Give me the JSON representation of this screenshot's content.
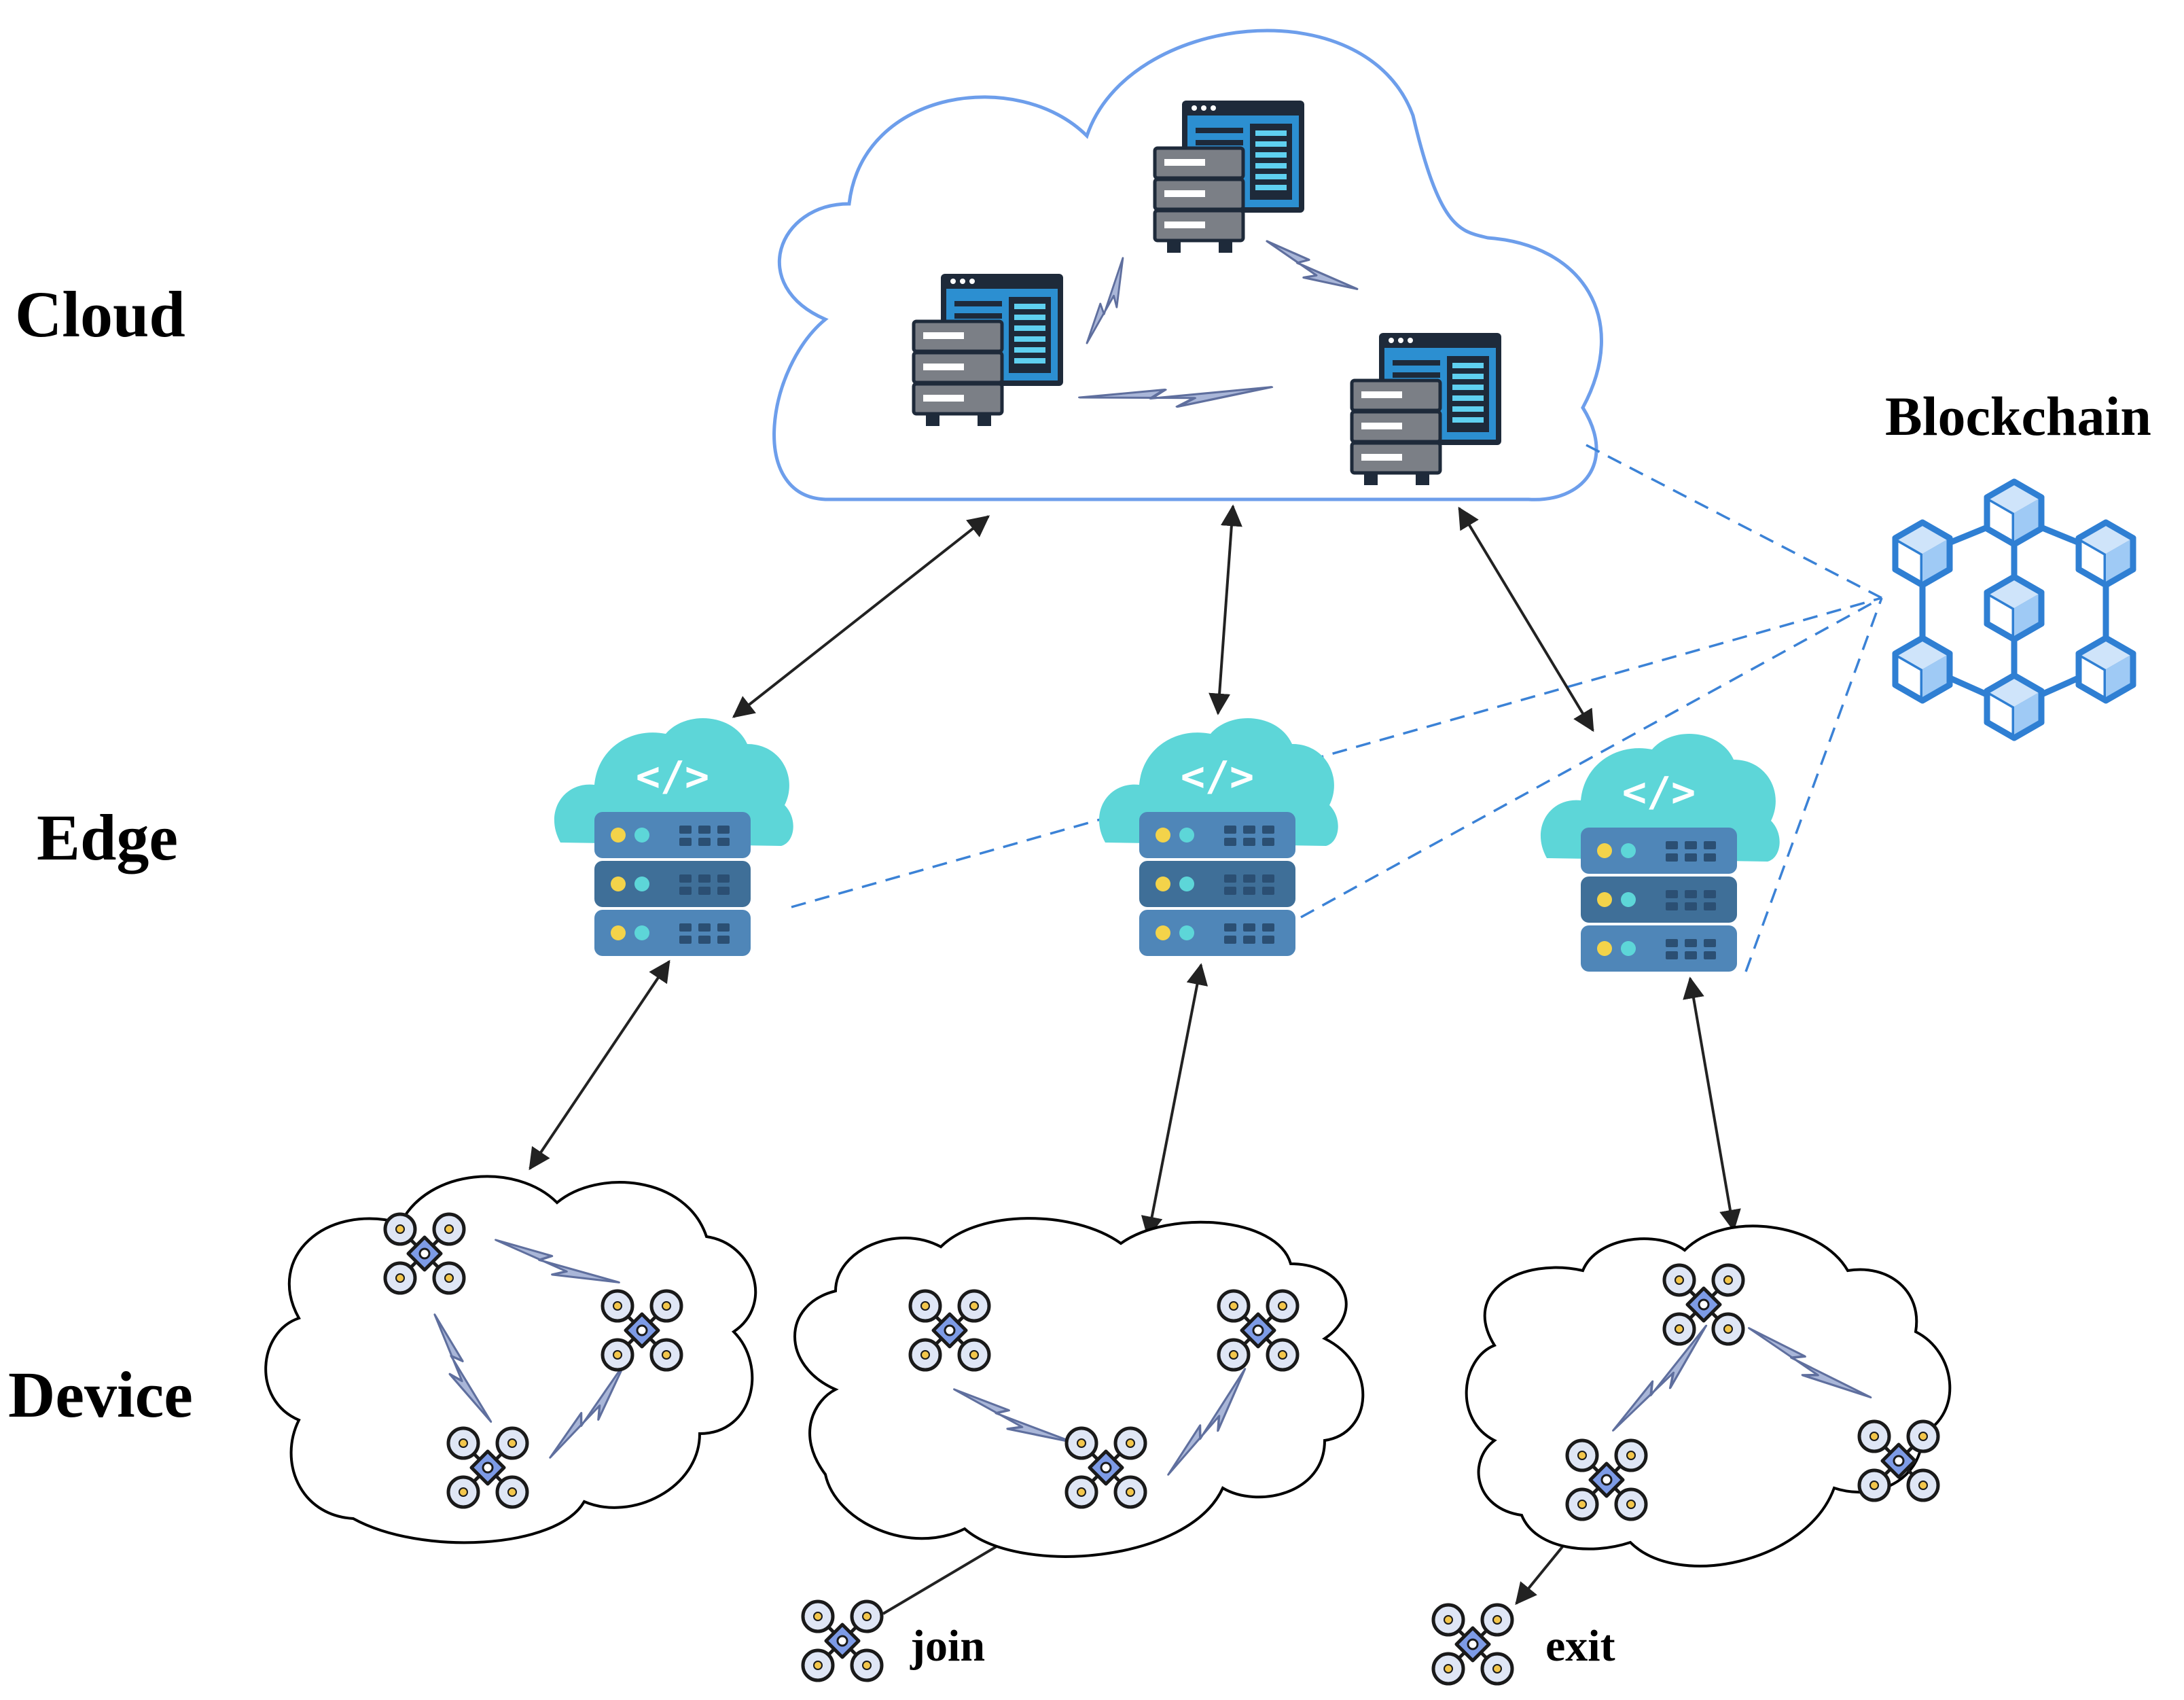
{
  "labels": {
    "cloud": "Cloud",
    "edge": "Edge",
    "device": "Device",
    "blockchain": "Blockchain",
    "join": "join",
    "exit": "exit"
  },
  "colors": {
    "cloud_outline": "#6d9eeb",
    "device_cloud_outline": "#000000",
    "blockchain_blue": "#2f7fd3",
    "blockchain_fill": "#9fcaf5",
    "edge_cloud": "#5dd6d8",
    "edge_server": "#4f86b8",
    "edge_server_dark": "#3f6f98",
    "server_dark": "#1e2a3a",
    "server_blue": "#2c8fd1",
    "server_grey": "#7b7f86",
    "wireless_fill": "#a9b6d8",
    "drone_fill": "#7d9be6",
    "arrow": "#222222",
    "dashed": "#3b82d6"
  },
  "icons": {
    "cloud_server": "server-rack-icon",
    "edge_server": "edge-server-icon",
    "drone": "drone-icon",
    "blockchain": "blockchain-icon",
    "wireless": "wireless-link-icon"
  }
}
